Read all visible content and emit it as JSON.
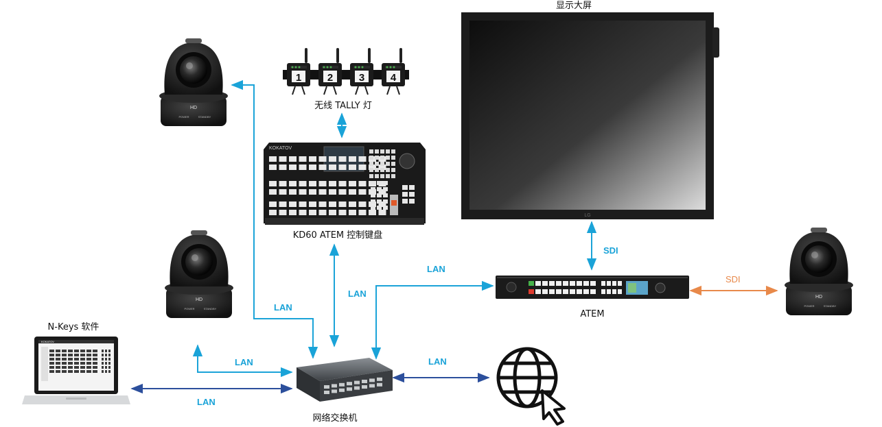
{
  "colors": {
    "lan": "#1aa3d8",
    "lan_dark": "#2c4f9c",
    "sdi_orange": "#e8894a",
    "device": "#1e1e1e",
    "label": "#111111"
  },
  "labels": {
    "display": "显示大屏",
    "tally": "无线 TALLY 灯",
    "keyboard": "KD60 ATEM 控制键盘",
    "switch": "网络交换机",
    "atem": "ATEM",
    "nkeys": "N-Keys 软件"
  },
  "tally_numbers": [
    "1",
    "2",
    "3",
    "4"
  ],
  "camera_text": {
    "hd": "HD",
    "power": "POWER",
    "standby": "STANDBY"
  },
  "brand": {
    "keyboard": "KOKATOV",
    "nkeys_app": "KOKATOV",
    "tv_logo": "LG"
  },
  "links": {
    "sdi_display_atem": "SDI",
    "sdi_atem_camera": "SDI",
    "lan_atem": "LAN",
    "lan_keyboard": "LAN",
    "lan_camera_top": "LAN",
    "lan_camera_mid": "LAN",
    "lan_laptop": "LAN",
    "lan_internet": "LAN"
  },
  "icons": {
    "internet": "globe-cursor-icon"
  }
}
